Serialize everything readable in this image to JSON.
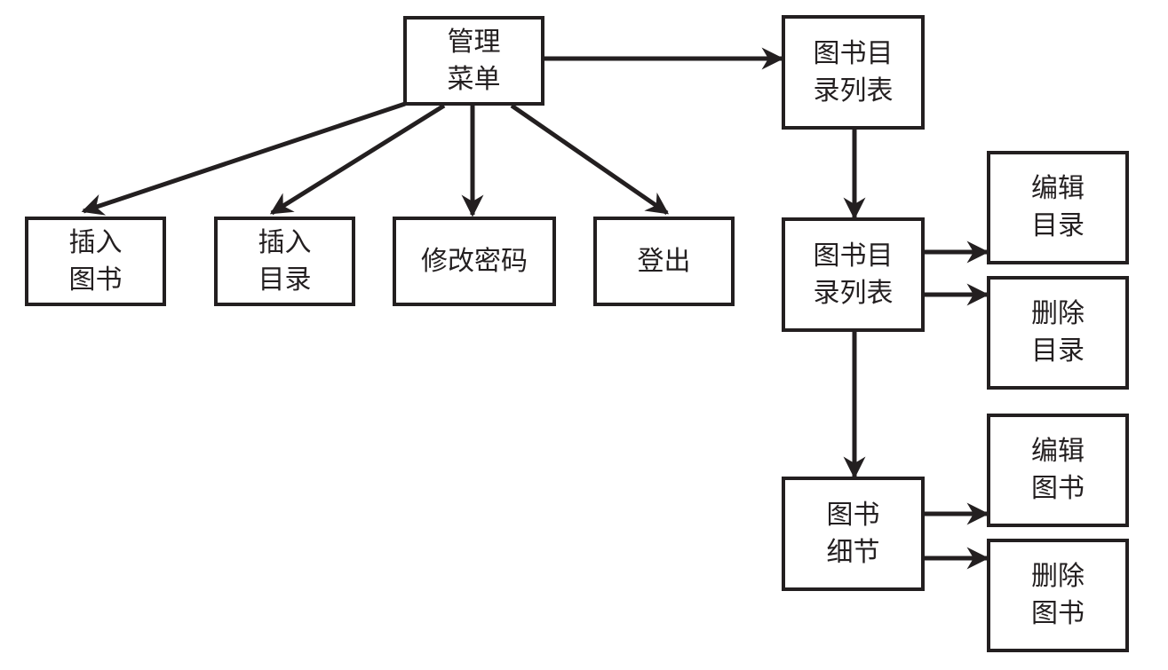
{
  "colors": {
    "stroke": "#231f20",
    "background": "#ffffff",
    "text": "#231f20"
  },
  "nodes": {
    "admin_menu": {
      "lines": [
        "管理",
        "菜单"
      ]
    },
    "insert_book": {
      "lines": [
        "插入",
        "图书"
      ]
    },
    "insert_catalog": {
      "lines": [
        "插入",
        "目录"
      ]
    },
    "change_password": {
      "lines": [
        "修改密码"
      ]
    },
    "logout": {
      "lines": [
        "登出"
      ]
    },
    "catalog_list_1": {
      "lines": [
        "图书目",
        "录列表"
      ]
    },
    "catalog_list_2": {
      "lines": [
        "图书目",
        "录列表"
      ]
    },
    "edit_catalog": {
      "lines": [
        "编辑",
        "目录"
      ]
    },
    "delete_catalog": {
      "lines": [
        "删除",
        "目录"
      ]
    },
    "book_detail": {
      "lines": [
        "图书",
        "细节"
      ]
    },
    "edit_book": {
      "lines": [
        "编辑",
        "图书"
      ]
    },
    "delete_book": {
      "lines": [
        "删除",
        "图书"
      ]
    }
  },
  "edges": [
    {
      "from": "admin_menu",
      "to": "catalog_list_1"
    },
    {
      "from": "admin_menu",
      "to": "insert_book"
    },
    {
      "from": "admin_menu",
      "to": "insert_catalog"
    },
    {
      "from": "admin_menu",
      "to": "change_password"
    },
    {
      "from": "admin_menu",
      "to": "logout"
    },
    {
      "from": "catalog_list_1",
      "to": "catalog_list_2"
    },
    {
      "from": "catalog_list_2",
      "to": "edit_catalog"
    },
    {
      "from": "catalog_list_2",
      "to": "delete_catalog"
    },
    {
      "from": "catalog_list_2",
      "to": "book_detail"
    },
    {
      "from": "book_detail",
      "to": "edit_book"
    },
    {
      "from": "book_detail",
      "to": "delete_book"
    }
  ]
}
